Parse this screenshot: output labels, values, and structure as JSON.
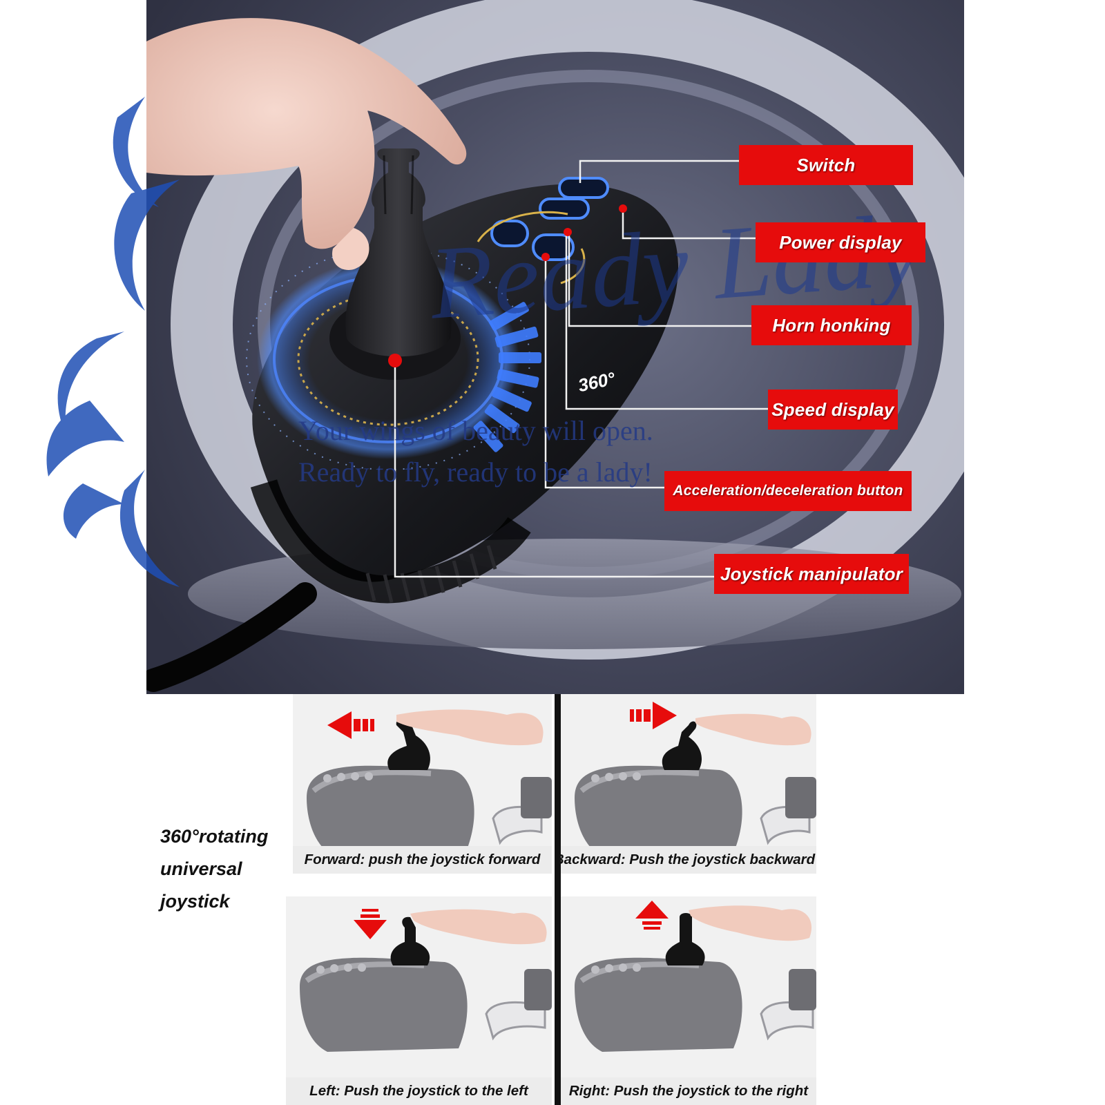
{
  "hero": {
    "callouts": {
      "switch": "Switch",
      "power_display": "Power display",
      "horn_honking": "Horn honking",
      "speed_display": "Speed display",
      "accel_button": "Acceleration/deceleration button",
      "joystick_manipulator": "Joystick manipulator"
    },
    "dial_label": "360°",
    "watermark": {
      "brand": "Ready Lady",
      "line1": "Your wings of beauty will open.",
      "line2": "Ready to fly, ready to be a lady!"
    },
    "colors": {
      "callout_bg": "#e60c0c",
      "watermark": "#1d3a8f",
      "led_glow": "#3a7bff"
    }
  },
  "instructions": {
    "side_label": [
      "360°rotating",
      "universal",
      "joystick"
    ],
    "panels": [
      {
        "caption": "Forward: push the joystick forward",
        "arrow": "left-arrow-icon"
      },
      {
        "caption": "Backward: Push the joystick backward",
        "arrow": "right-arrow-icon"
      },
      {
        "caption": "Left: Push the joystick to the left",
        "arrow": "down-arrow-icon"
      },
      {
        "caption": "Right: Push the joystick to the right",
        "arrow": "up-arrow-icon"
      }
    ]
  }
}
